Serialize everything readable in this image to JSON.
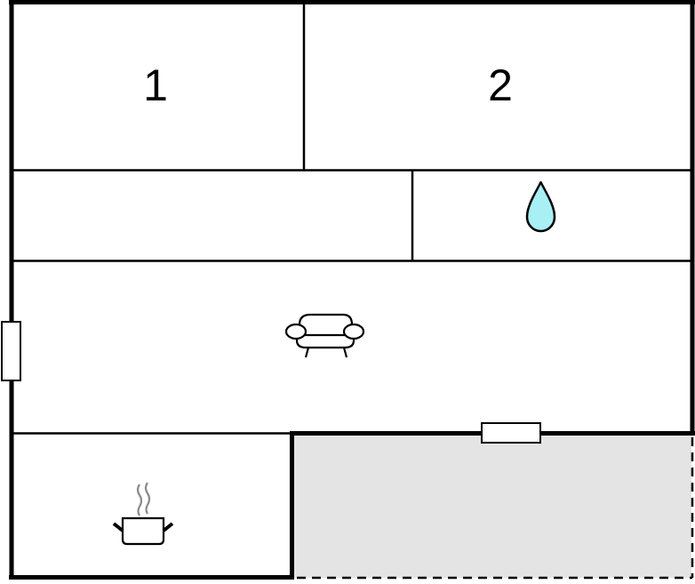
{
  "floor_plan": {
    "title": "",
    "colors": {
      "wall": "#000000",
      "background": "#ffffff",
      "terrace_fill": "#e4e4e4",
      "water_drop_fill": "#a8f0f4"
    },
    "rooms": [
      {
        "id": "bedroom-1",
        "label": "1",
        "type": "bedroom"
      },
      {
        "id": "bedroom-2",
        "label": "2",
        "type": "bedroom"
      },
      {
        "id": "hallway",
        "label": "",
        "type": "hallway"
      },
      {
        "id": "bathroom",
        "label": "",
        "type": "bathroom",
        "icon": "water-drop-icon"
      },
      {
        "id": "living-room",
        "label": "",
        "type": "living-room",
        "icon": "sofa-icon"
      },
      {
        "id": "kitchen",
        "label": "",
        "type": "kitchen",
        "icon": "cooking-pot-icon"
      },
      {
        "id": "terrace",
        "label": "",
        "type": "terrace",
        "style": "shaded, dashed outer edges"
      }
    ],
    "windows": [
      {
        "id": "window-west",
        "wall": "left"
      },
      {
        "id": "window-south",
        "wall": "living-room south / terrace"
      }
    ]
  }
}
